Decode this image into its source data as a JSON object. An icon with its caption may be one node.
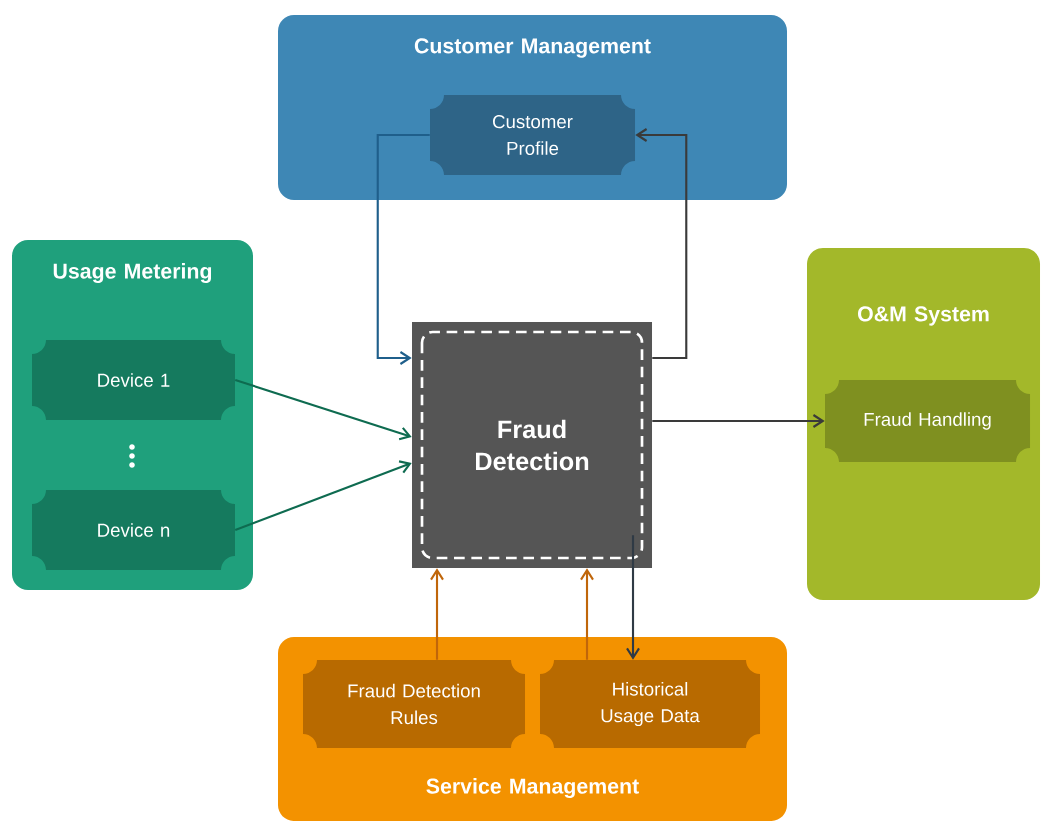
{
  "diagram": {
    "nodes": [
      {
        "text": [
          "Customer Management"
        ]
      },
      {
        "text": [
          "Customer Profile"
        ],
        "in": 0
      },
      {
        "text": [
          "Usage Metering"
        ]
      },
      {
        "text": [
          "Device 1"
        ],
        "in": 2
      },
      {
        "text": [
          "Device n"
        ],
        "in": 2
      },
      {
        "text": [
          "Fraud Detection"
        ]
      },
      {
        "text": [
          "O&M System"
        ]
      },
      {
        "text": [
          "Fraud Handling"
        ],
        "in": 6
      },
      {
        "text": [
          "Service Management"
        ]
      },
      {
        "text": [
          "Fraud Detection Rules"
        ],
        "in": 8
      },
      {
        "text": [
          "Historical Usage Data"
        ],
        "in": 8
      }
    ],
    "edges": [
      {
        "from": 1,
        "to": 5,
        "arrow": "to",
        "color": "#1f5f8b"
      },
      {
        "from": 5,
        "to": 1,
        "arrow": "to",
        "color": "#3a3a3a"
      },
      {
        "from": 3,
        "to": 5,
        "arrow": "to",
        "color": "#0e6b50"
      },
      {
        "from": 4,
        "to": 5,
        "arrow": "to",
        "color": "#0e6b50"
      },
      {
        "from": 5,
        "to": 7,
        "arrow": "to",
        "color": "#3a3a3a"
      },
      {
        "from": 9,
        "to": 5,
        "arrow": "to",
        "color": "#c0660a"
      },
      {
        "from": 10,
        "to": 5,
        "arrow": "to",
        "color": "#c0660a"
      },
      {
        "from": 5,
        "to": 10,
        "arrow": "to",
        "color": "#2f3a45"
      }
    ]
  }
}
